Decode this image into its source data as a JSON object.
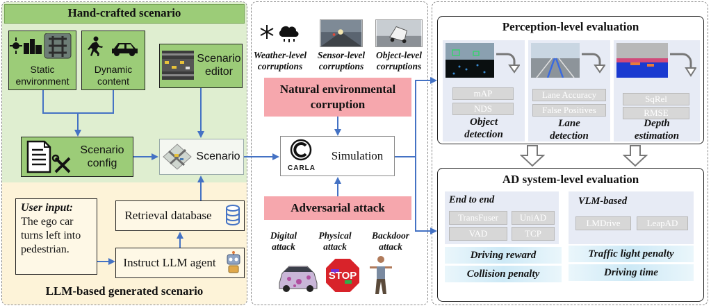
{
  "left": {
    "handcrafted_title": "Hand-crafted scenario",
    "static_env": [
      "Static",
      "environment"
    ],
    "dynamic": [
      "Dynamic",
      "content"
    ],
    "editor": [
      "Scenario",
      "editor"
    ],
    "config": [
      "Scenario",
      "config"
    ],
    "scenario": "Scenario",
    "retrieval": "Retrieval database",
    "agent": "Instruct LLM agent",
    "user_input_label": "User input:",
    "user_input_text": [
      "The ego car",
      "turns left into",
      "pedestrian."
    ],
    "llm_title": "LLM-based generated scenario"
  },
  "middle": {
    "weather": [
      "Weather-level",
      "corruptions"
    ],
    "sensor": [
      "Sensor-level",
      "corruptions"
    ],
    "object": [
      "Object-level",
      "corruptions"
    ],
    "natural": [
      "Natural environmental",
      "corruption"
    ],
    "carla_text": "CARLA",
    "simulation": "Simulation",
    "adversarial": "Adversarial attack",
    "digital": [
      "Digital",
      "attack"
    ],
    "physical": [
      "Physical",
      "attack"
    ],
    "backdoor": [
      "Backdoor",
      "attack"
    ],
    "stop_text": "STOP"
  },
  "right": {
    "perception_title": "Perception-level evaluation",
    "obj_metrics": [
      "mAP",
      "NDS"
    ],
    "obj_label": [
      "Object",
      "detection"
    ],
    "lane_metrics": [
      "Lane Accuracy",
      "False Positives"
    ],
    "lane_label": [
      "Lane",
      "detection"
    ],
    "depth_metrics": [
      "SqRel",
      "RMSE"
    ],
    "depth_label": [
      "Depth",
      "estimation"
    ],
    "system_title": "AD system-level evaluation",
    "e2e_label": "End to end",
    "e2e_models": [
      "TransFuser",
      "UniAD",
      "VAD",
      "TCP"
    ],
    "vlm_label": "VLM-based",
    "vlm_models": [
      "LMDrive",
      "LeapAD"
    ],
    "metrics_left": [
      "Driving reward",
      "Collision penalty"
    ],
    "metrics_right": [
      "Traffic light penalty",
      "Driving time"
    ]
  },
  "colors": {
    "green_bg": "#dfeed0",
    "yellow_bg": "#fdf3d8",
    "green_box": "#9ccc78",
    "pink": "#f6a7ad",
    "arrow_blue": "#4472c4"
  }
}
